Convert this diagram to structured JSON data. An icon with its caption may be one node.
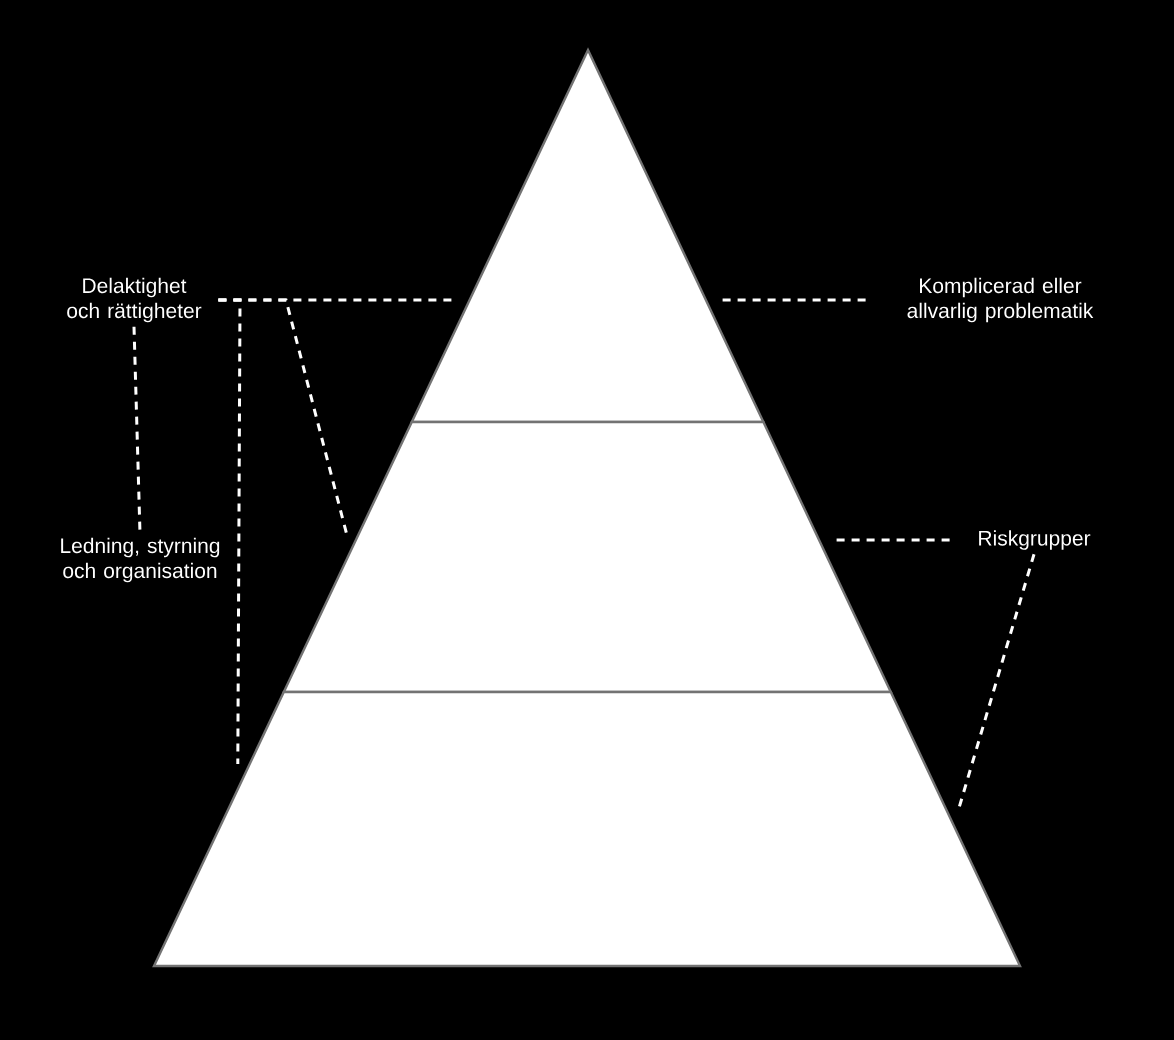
{
  "diagram": {
    "nodes": [
      {
        "text": [
          "Delaktighet och rättigheter"
        ]
      },
      {
        "text": [
          "Ledning, styrning och organisation"
        ]
      },
      {
        "text": [
          "Komplicerad eller allvarlig problematik"
        ]
      },
      {
        "text": [
          "Riskgrupper"
        ]
      },
      {
        "text": [],
        "shape": "triangle"
      },
      {
        "text": [],
        "shape": "trapezoid"
      },
      {
        "text": [],
        "shape": "trapezoid"
      }
    ],
    "edges": [
      {
        "from": 0,
        "to": 4,
        "arrow": "none",
        "style": "dashed"
      },
      {
        "from": 0,
        "to": 6,
        "arrow": "none",
        "style": "dashed"
      },
      {
        "from": 0,
        "to": 5,
        "arrow": "none",
        "style": "dashed"
      },
      {
        "from": 0,
        "to": 1,
        "arrow": "none",
        "style": "dashed"
      },
      {
        "from": 2,
        "to": 4,
        "arrow": "none",
        "style": "dashed"
      },
      {
        "from": 3,
        "to": 5,
        "arrow": "none",
        "style": "dashed"
      },
      {
        "from": 3,
        "to": 6,
        "arrow": "none",
        "style": "dashed"
      }
    ]
  }
}
